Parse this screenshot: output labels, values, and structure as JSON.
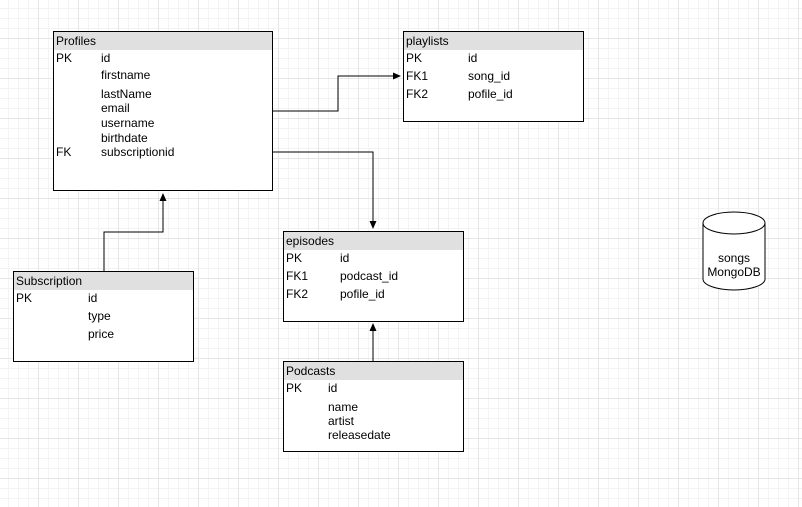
{
  "tables": {
    "profiles": {
      "title": "Profiles",
      "rows": [
        {
          "key": "PK",
          "field": "id"
        },
        {
          "key": "",
          "field": "firstname"
        },
        {
          "key": "",
          "field": "lastName"
        },
        {
          "key": "",
          "field": "email"
        },
        {
          "key": "",
          "field": "username"
        },
        {
          "key": "",
          "field": "birthdate"
        },
        {
          "key": "FK",
          "field": "subscriptionid"
        }
      ]
    },
    "playlists": {
      "title": "playlists",
      "rows": [
        {
          "key": "PK",
          "field": "id"
        },
        {
          "key": "FK1",
          "field": "song_id"
        },
        {
          "key": "FK2",
          "field": "pofile_id"
        }
      ]
    },
    "episodes": {
      "title": "episodes",
      "rows": [
        {
          "key": "PK",
          "field": "id"
        },
        {
          "key": "FK1",
          "field": "podcast_id"
        },
        {
          "key": "FK2",
          "field": "pofile_id"
        }
      ]
    },
    "subscription": {
      "title": "Subscription",
      "rows": [
        {
          "key": "PK",
          "field": "id"
        },
        {
          "key": "",
          "field": "type"
        },
        {
          "key": "",
          "field": "price"
        }
      ]
    },
    "podcasts": {
      "title": "Podcasts",
      "rows": [
        {
          "key": "PK",
          "field": "id"
        },
        {
          "key": "",
          "field": "name"
        },
        {
          "key": "",
          "field": "artist"
        },
        {
          "key": "",
          "field": "releasedate"
        }
      ]
    }
  },
  "database": {
    "line1": "songs",
    "line2": "MongoDB"
  },
  "colors": {
    "header_fill": "#e0e0e0",
    "grid": "#e6e6e6",
    "stroke": "#000000"
  }
}
